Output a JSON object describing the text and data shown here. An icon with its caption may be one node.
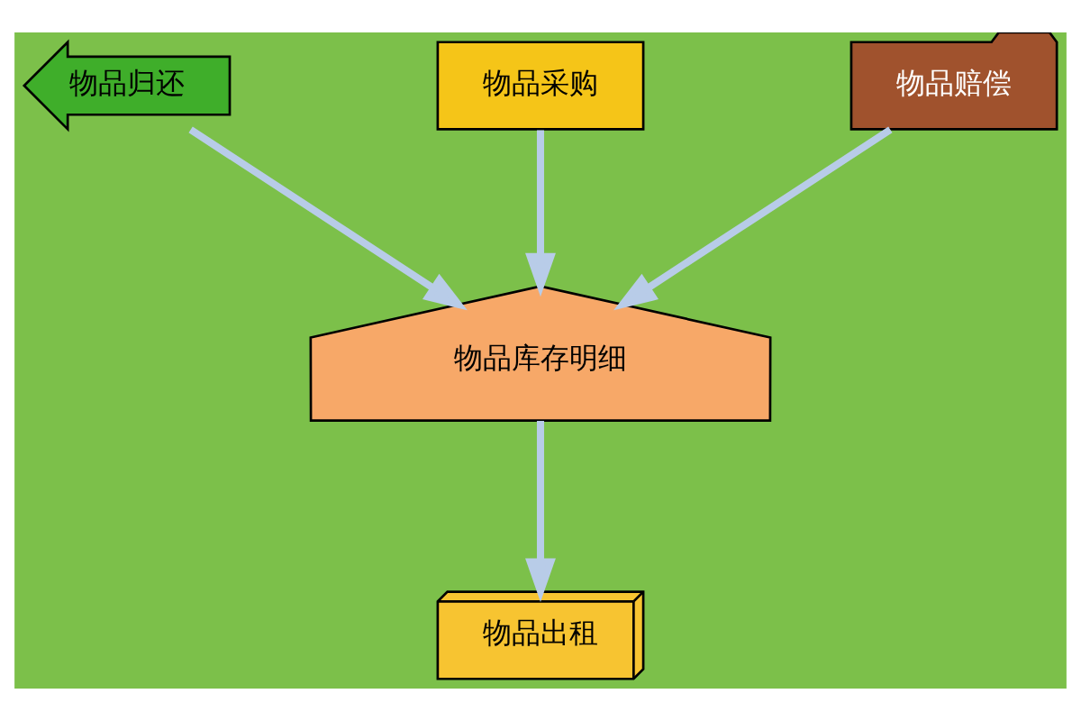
{
  "diagram": {
    "nodes": [
      {
        "text": [
          "物品出租"
        ]
      },
      {
        "text": [
          "物品归还"
        ]
      },
      {
        "text": [
          "物品库存明细"
        ]
      },
      {
        "text": [
          "物品采购"
        ]
      },
      {
        "text": [
          "物品赔偿"
        ]
      }
    ],
    "edges": [
      {
        "from": 2,
        "to": 0,
        "arrow": "to"
      },
      {
        "from": 1,
        "to": 2,
        "arrow": "to"
      },
      {
        "from": 3,
        "to": 2,
        "arrow": "to"
      },
      {
        "from": 4,
        "to": 2,
        "arrow": "to"
      }
    ]
  }
}
